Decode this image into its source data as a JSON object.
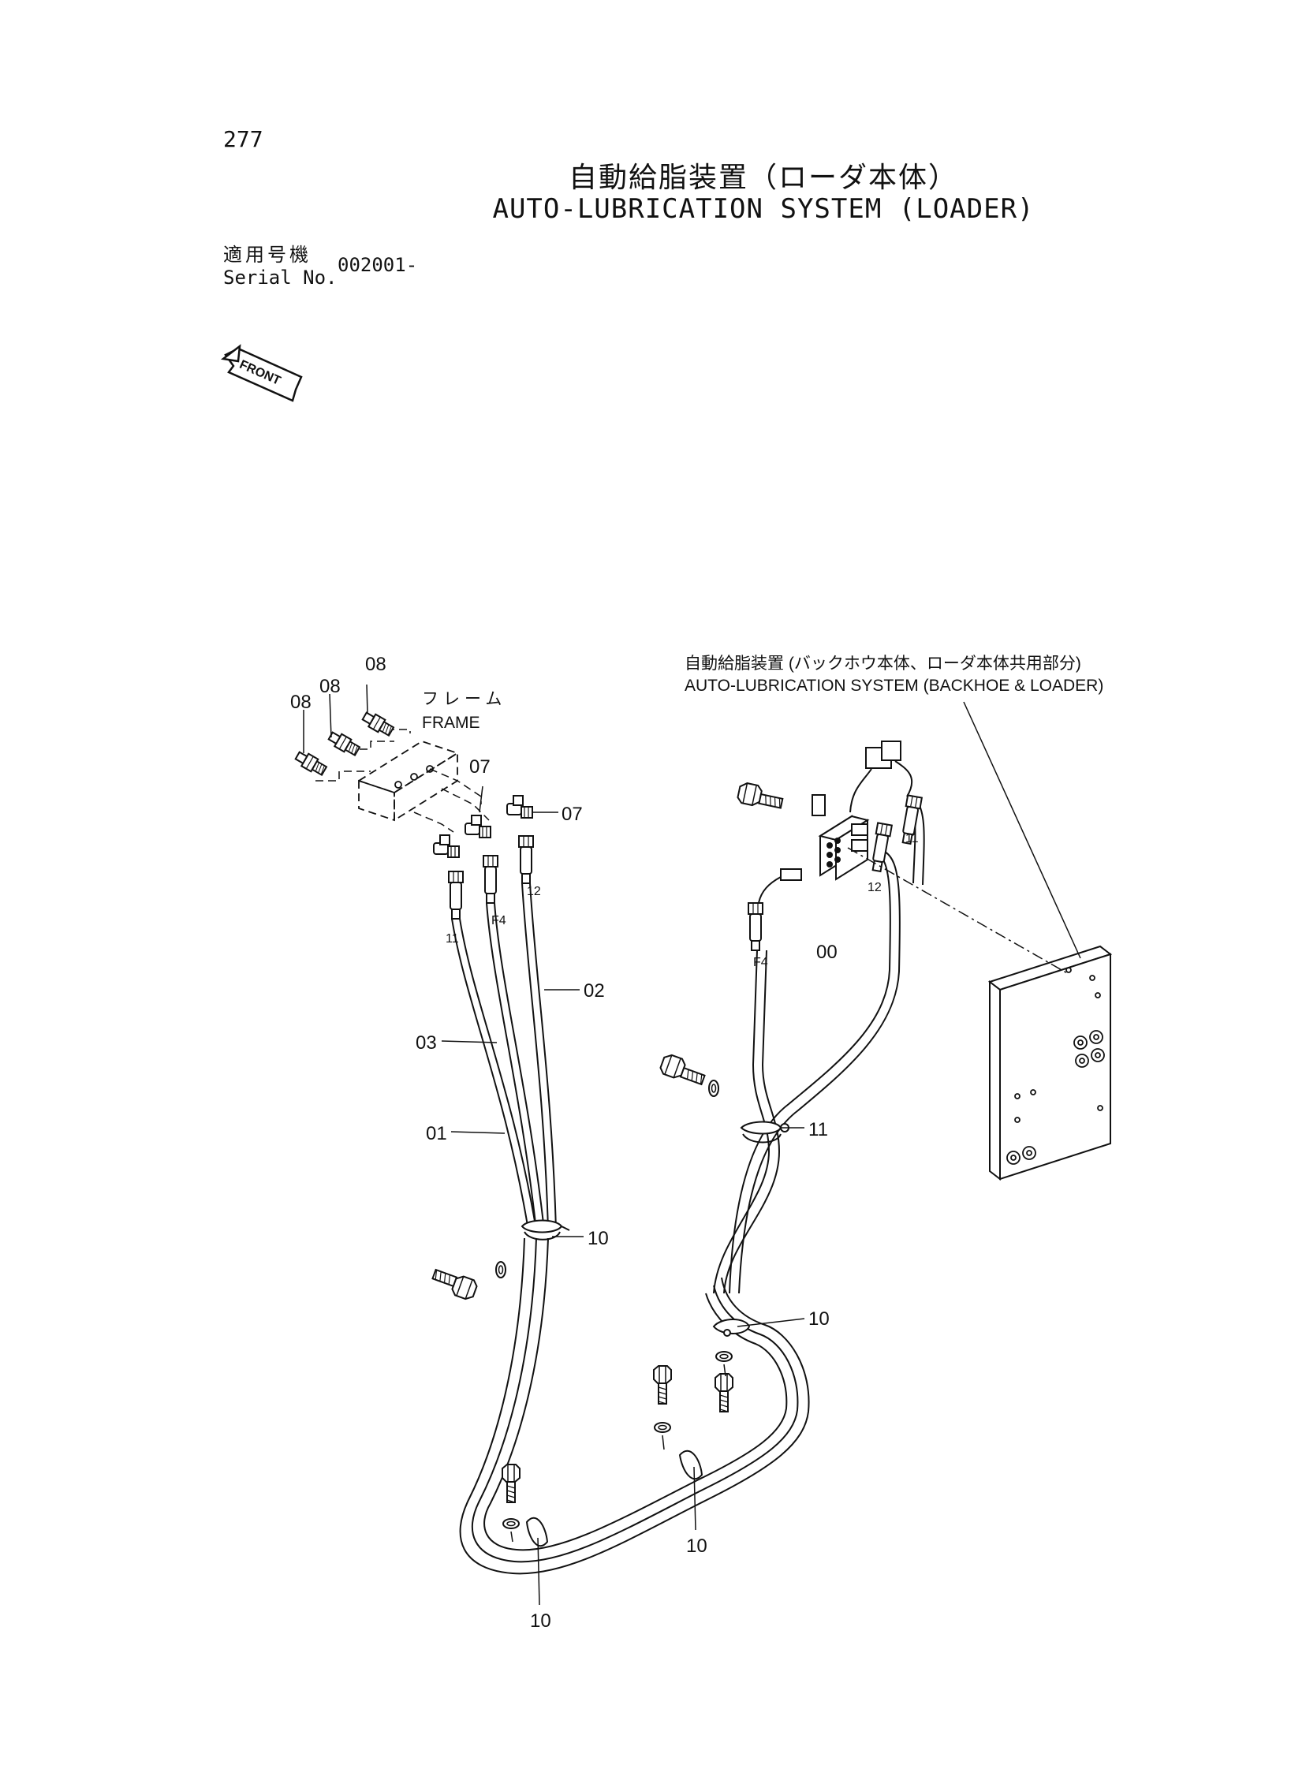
{
  "header": {
    "page_number": "277",
    "title_jp": "自動給脂装置（ローダ本体）",
    "title_en": "AUTO-LUBRICATION SYSTEM (LOADER)",
    "serial_label_jp": "適用号機",
    "serial_label_en": "Serial No.",
    "serial_value": "002001-"
  },
  "front_arrow": {
    "label": "FRONT"
  },
  "frame_label": {
    "jp": "フレーム",
    "en": "FRAME"
  },
  "shared_system_label": {
    "jp": "自動給脂装置 (バックホウ本体、ローダ本体共用部分)",
    "en": "AUTO-LUBRICATION SYSTEM (BACKHOE & LOADER)"
  },
  "callouts": {
    "fitting_08_a": "08",
    "fitting_08_b": "08",
    "fitting_08_c": "08",
    "elbow_07_a": "07",
    "elbow_07_b": "07",
    "hose_01": "01",
    "hose_02": "02",
    "hose_03": "03",
    "valve_00": "00",
    "clamp_10_a": "10",
    "clamp_10_b": "10",
    "clamp_10_c": "10",
    "clamp_10_d": "10",
    "clamp_11": "11"
  },
  "hose_tags": {
    "left_11": "11",
    "left_f4": "F4",
    "left_12": "12",
    "right_f4": "F4",
    "right_12": "12",
    "right_11": "11"
  }
}
